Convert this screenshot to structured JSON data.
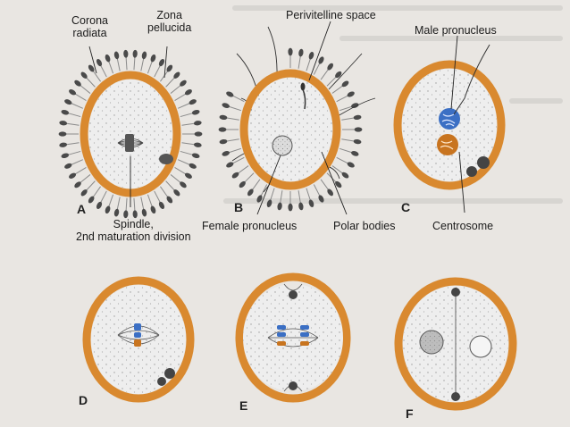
{
  "labels": {
    "corona_radiata": "Corona\nradiata",
    "zona_pellucida": "Zona\npellucida",
    "perivitelline_space": "Perivitelline space",
    "male_pronucleus": "Male pronucleus",
    "spindle": "Spindle,\n2nd maturation division",
    "female_pronucleus": "Female pronucleus",
    "polar_bodies": "Polar bodies",
    "centrosome": "Centrosome"
  },
  "panels": [
    "A",
    "B",
    "C",
    "D",
    "E",
    "F"
  ],
  "colors": {
    "zona": "#d9892f",
    "cytoplasm": "#eeeeee",
    "male_pronucleus": "#3b6fc4",
    "female_pronucleus": "#c8741f",
    "corona_cell": "#4a4a4a",
    "background": "#e9e6e2"
  }
}
